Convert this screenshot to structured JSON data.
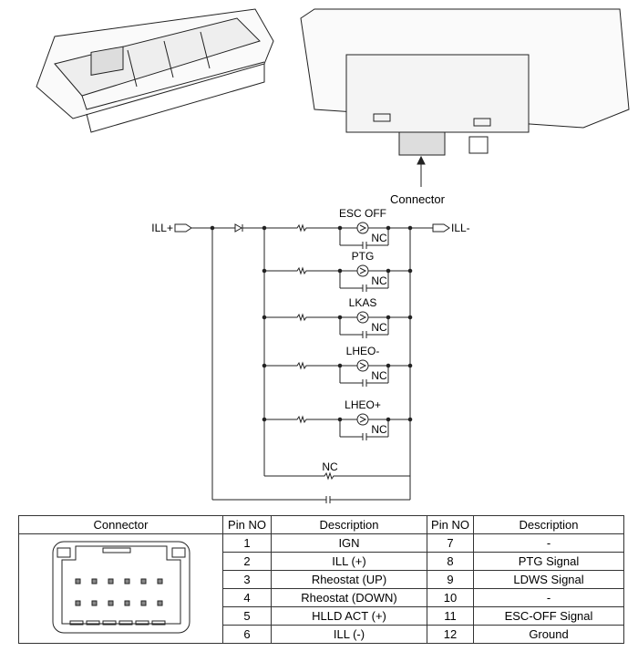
{
  "labels": {
    "connector": "Connector",
    "ill_plus": "ILL+",
    "ill_minus": "ILL-",
    "nc": "NC"
  },
  "lamps": [
    "ESC OFF",
    "PTG",
    "LKAS",
    "LHEO-",
    "LHEO+"
  ],
  "table": {
    "headers": [
      "Connector",
      "Pin NO",
      "Description",
      "Pin NO",
      "Description"
    ],
    "rows": [
      [
        "1",
        "IGN",
        "7",
        "-"
      ],
      [
        "2",
        "ILL (+)",
        "8",
        "PTG Signal"
      ],
      [
        "3",
        "Rheostat (UP)",
        "9",
        "LDWS Signal"
      ],
      [
        "4",
        "Rheostat (DOWN)",
        "10",
        "-"
      ],
      [
        "5",
        "HLLD ACT (+)",
        "11",
        "ESC-OFF Signal"
      ],
      [
        "6",
        "ILL (-)",
        "12",
        "Ground"
      ]
    ]
  }
}
